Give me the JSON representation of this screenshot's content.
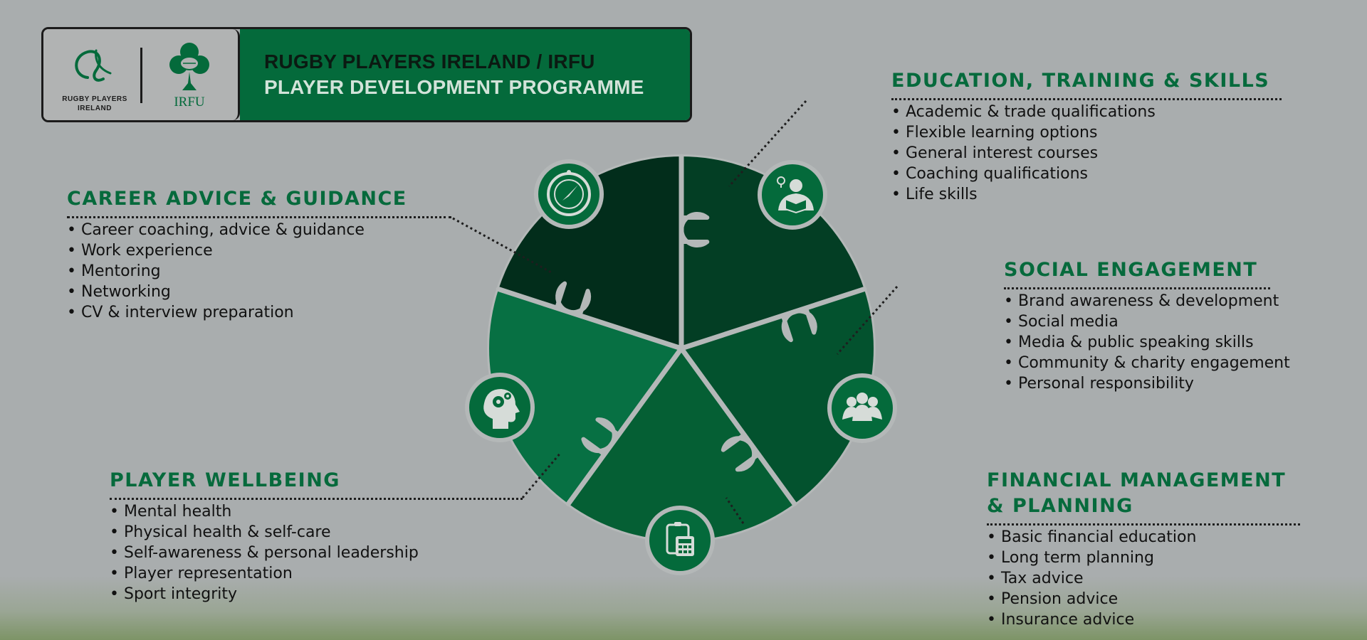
{
  "header": {
    "title_line1": "RUGBY PLAYERS IRELAND / IRFU",
    "title_line2": "PLAYER DEVELOPMENT PROGRAMME",
    "rpi_logo_text_line1": "RUGBY PLAYERS",
    "rpi_logo_text_line2": "IRELAND",
    "irfu_logo_text": "IRFU"
  },
  "sections": {
    "career": {
      "title": "CAREER ADVICE & GUIDANCE",
      "items": [
        "Career coaching, advice & guidance",
        "Work experience",
        "Mentoring",
        "Networking",
        "CV & interview preparation"
      ]
    },
    "education": {
      "title": "EDUCATION, TRAINING & SKILLS",
      "items": [
        "Academic & trade qualifications",
        "Flexible learning options",
        "General interest courses",
        "Coaching qualifications",
        "Life skills"
      ]
    },
    "social": {
      "title": "SOCIAL ENGAGEMENT",
      "items": [
        "Brand awareness & development",
        "Social media",
        "Media & public speaking skills",
        "Community & charity engagement",
        "Personal responsibility"
      ]
    },
    "wellbeing": {
      "title": "PLAYER WELLBEING",
      "items": [
        "Mental health",
        "Physical health & self-care",
        "Self-awareness & personal leadership",
        "Player representation",
        "Sport integrity"
      ]
    },
    "financial": {
      "title_line1": "FINANCIAL MANAGEMENT",
      "title_line2": "& PLANNING",
      "items": [
        "Basic financial education",
        "Long term planning",
        "Tax advice",
        "Pension advice",
        "Insurance advice"
      ]
    }
  },
  "icons": {
    "career": "compass-icon",
    "education": "reading-person-icon",
    "social": "group-icon",
    "financial": "calculator-icon",
    "wellbeing": "head-gears-icon"
  },
  "colors": {
    "background": "#a9adae",
    "brand_green": "#046a3b",
    "heading_green": "#066a3c",
    "piece_career": "#022d1b",
    "piece_education": "#033e24",
    "piece_social": "#03522e",
    "piece_financial": "#055f34",
    "piece_wellbeing": "#077043"
  }
}
